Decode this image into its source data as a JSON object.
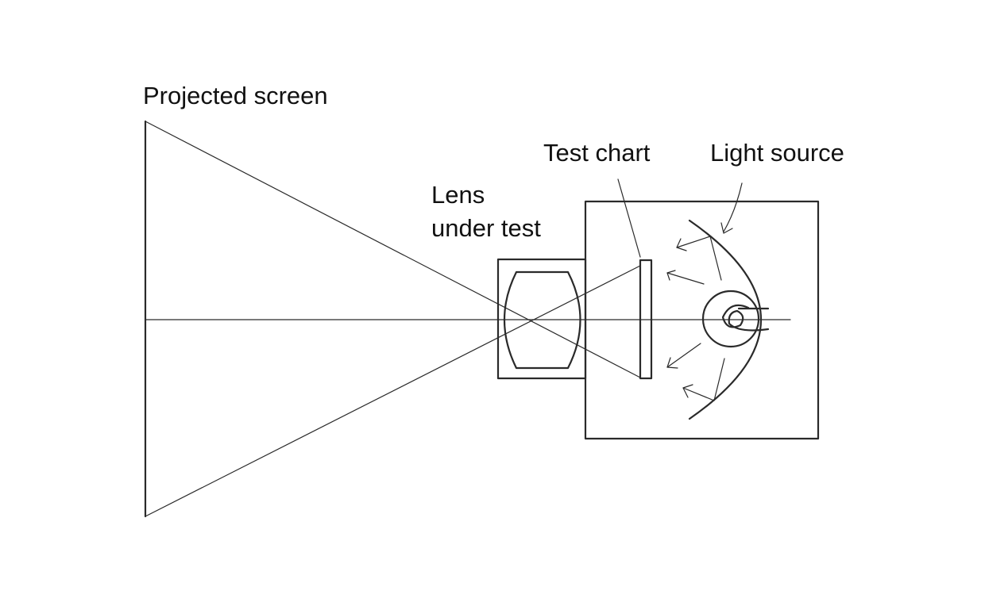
{
  "labels": {
    "projected_screen": "Projected screen",
    "test_chart": "Test chart",
    "light_source": "Light source",
    "lens_line1": "Lens",
    "lens_line2": "under test"
  },
  "colors": {
    "line": "#2a2a2a",
    "text": "#111111",
    "background": "#ffffff"
  }
}
